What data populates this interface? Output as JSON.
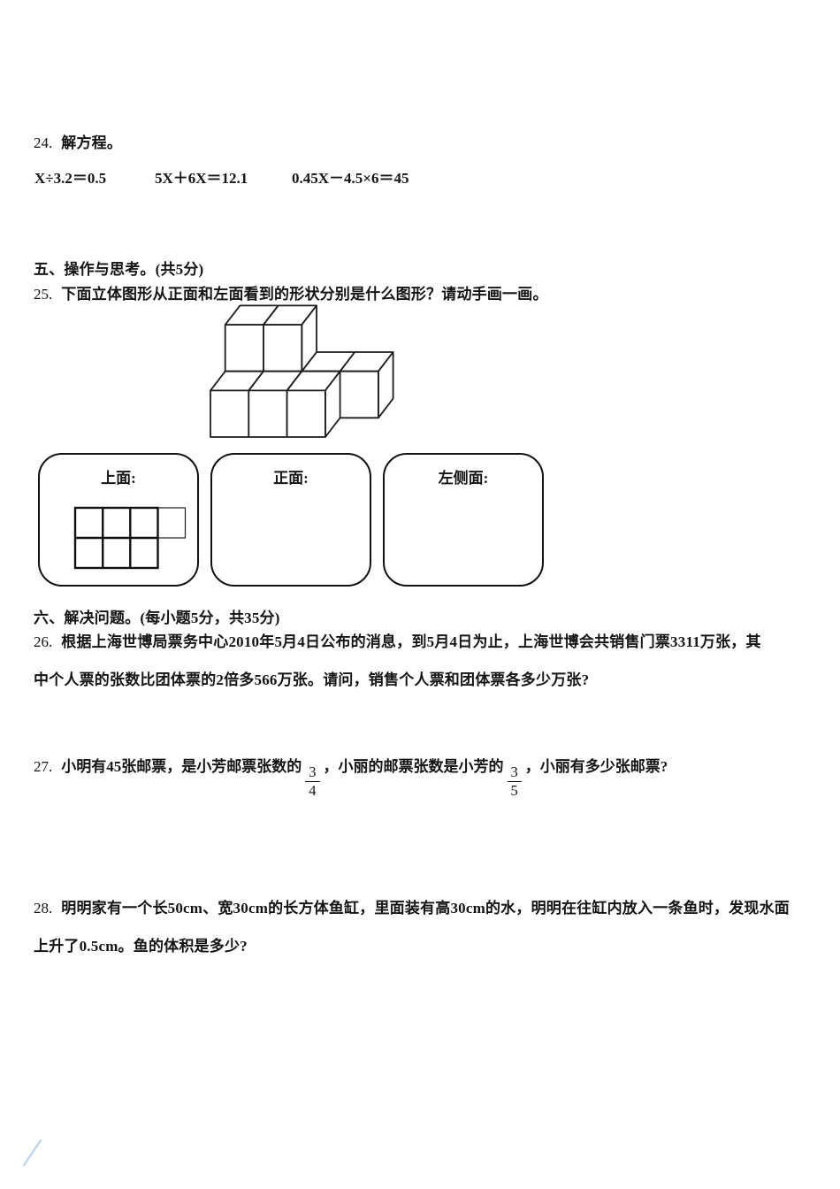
{
  "doc": {
    "q24": {
      "number": "24.",
      "title": "解方程。",
      "equations": [
        "X÷3.2＝0.5",
        "5X＋6X＝12.1",
        "0.45X－4.5×6＝45"
      ]
    },
    "section5": {
      "heading": "五、操作与思考。(共5分)"
    },
    "q25": {
      "number": "25.",
      "text": "下面立体图形从正面和左面看到的形状分别是什么图形？请动手画一画。",
      "figure": {
        "description": "isometric stack of unit cubes",
        "bottom_back_row_cubes": 4,
        "bottom_front_row_cubes": 3,
        "top_row_cubes": 2
      },
      "answer_boxes": [
        {
          "label": "上面:",
          "grid": {
            "top_row_cells": 4,
            "bottom_row_cells": 3
          }
        },
        {
          "label": "正面:"
        },
        {
          "label": "左侧面:"
        }
      ]
    },
    "section6": {
      "heading": "六、解决问题。(每小题5分，共35分)"
    },
    "q26": {
      "number": "26.",
      "line1": "根据上海世博局票务中心2010年5月4日公布的消息，到5月4日为止，上海世博会共销售门票3311万张，其",
      "line2": "中个人票的张数比团体票的2倍多566万张。请问，销售个人票和团体票各多少万张?"
    },
    "q27": {
      "number": "27.",
      "part1": "小明有45张邮票，是小芳邮票张数的",
      "frac1_num": "3",
      "frac1_den": "4",
      "part2": "，小丽的邮票张数是小芳的",
      "frac2_num": "3",
      "frac2_den": "5",
      "part3": "，小丽有多少张邮票?"
    },
    "q28": {
      "number": "28.",
      "line1": "明明家有一个长50cm、宽30cm的长方体鱼缸，里面装有高30cm的水，明明在往缸内放入一条鱼时，发现水面",
      "line2": "上升了0.5cm。鱼的体积是多少?"
    }
  }
}
